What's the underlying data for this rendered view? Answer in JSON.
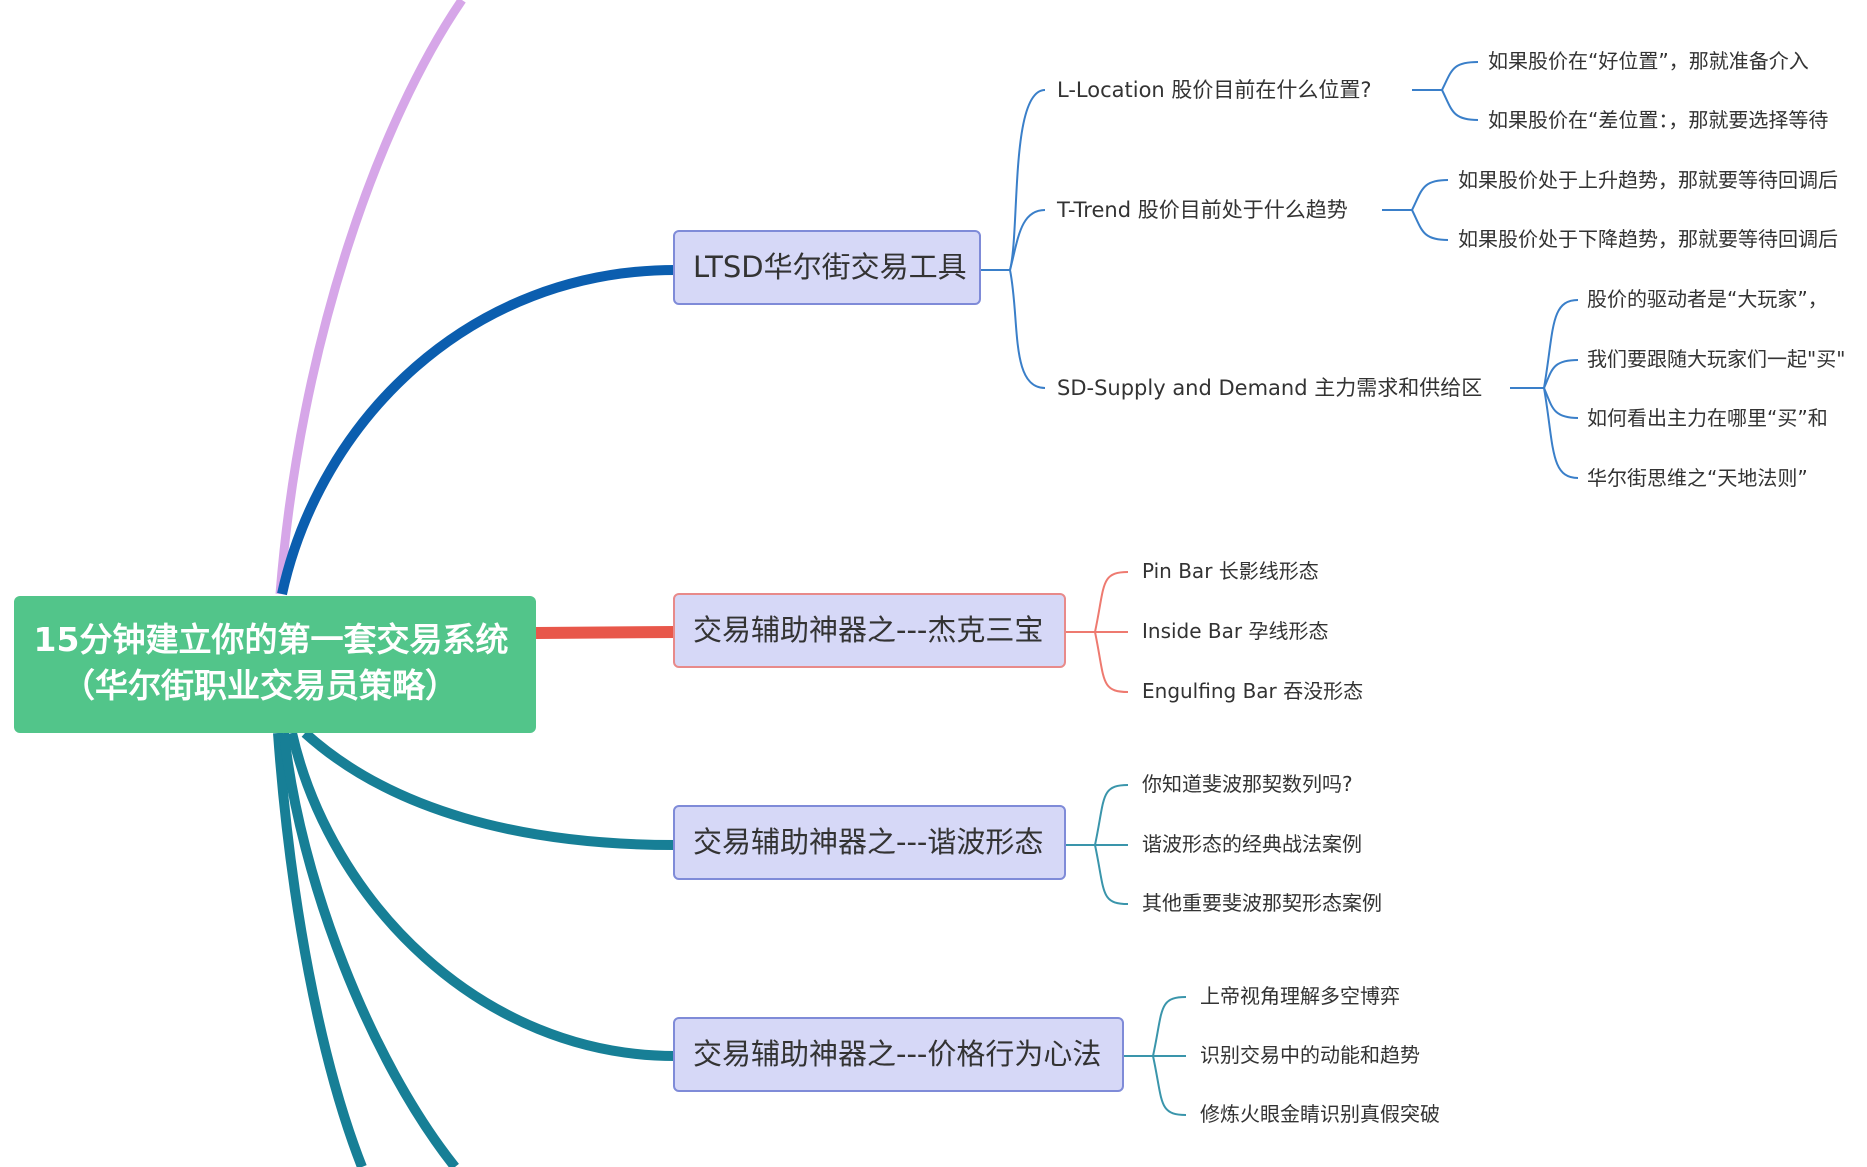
{
  "root": {
    "line1": "15分钟建立你的第一套交易系统",
    "line2": "（华尔街职业交易员策略）"
  },
  "branches": [
    {
      "label": "LTSD华尔街交易工具",
      "children": [
        {
          "label": "L-Location 股价目前在什么位置?",
          "children": [
            "如果股价在“好位置”，那就准备介入",
            "如果股价在“差位置：，那就要选择等待"
          ]
        },
        {
          "label": "T-Trend 股价目前处于什么趋势",
          "children": [
            "如果股价处于上升趋势，那就要等待回调后",
            "如果股价处于下降趋势，那就要等待回调后"
          ]
        },
        {
          "label": "SD-Supply and Demand 主力需求和供给区",
          "children": [
            "股价的驱动者是“大玩家”，",
            "我们要跟随大玩家们一起\"买\"",
            "如何看出主力在哪里“买”和",
            "华尔街思维之“天地法则”"
          ]
        }
      ]
    },
    {
      "label": "交易辅助神器之---杰克三宝",
      "children": [
        "Pin Bar  长影线形态",
        "Inside Bar 孕线形态",
        "Engulfing Bar 吞没形态"
      ]
    },
    {
      "label": "交易辅助神器之---谐波形态",
      "children": [
        "你知道斐波那契数列吗?",
        "谐波形态的经典战法案例",
        "其他重要斐波那契形态案例"
      ]
    },
    {
      "label": "交易辅助神器之---价格行为心法",
      "children": [
        "上帝视角理解多空博弈",
        "识别交易中的动能和趋势",
        "修炼火眼金睛识别真假突破"
      ]
    }
  ],
  "colors": {
    "root": "#52c58a",
    "branch_blue": "#0b5eaf",
    "branch_red": "#e8574a",
    "branch_teal": "#177f96",
    "branch_purple": "#d6a6e8",
    "topic_fill": "#d6d8f7",
    "topic_border": "#7f8bd8",
    "topic_border_red": "#e88a8a",
    "link_blue": "#3a7fc9",
    "link_red": "#ee7a70",
    "link_teal": "#3a95ab"
  }
}
